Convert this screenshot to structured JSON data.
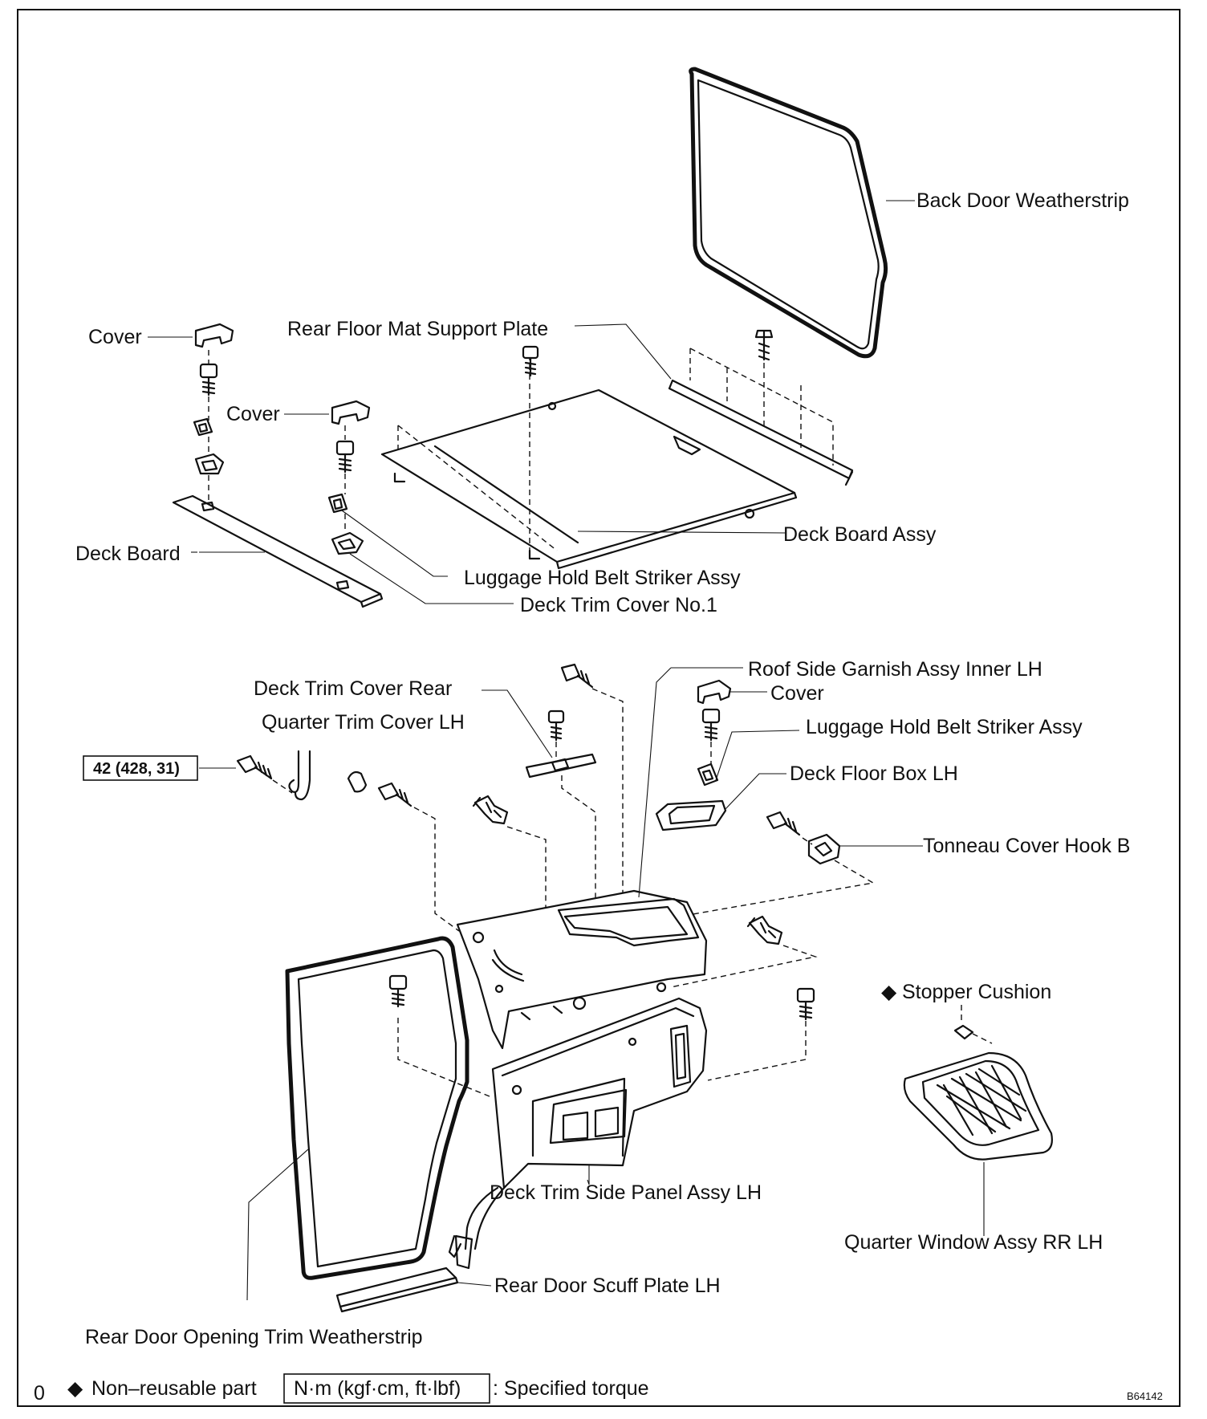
{
  "labels": {
    "back_door_weatherstrip": "Back Door Weatherstrip",
    "rear_floor_mat_support_plate": "Rear Floor Mat Support Plate",
    "cover_1": "Cover",
    "cover_2": "Cover",
    "deck_board_assy": "Deck Board Assy",
    "deck_board": "Deck Board",
    "luggage_hold_belt_striker_assy_1": "Luggage Hold Belt Striker Assy",
    "deck_trim_cover_no1": "Deck Trim Cover No.1",
    "roof_side_garnish_assy_inner_lh": "Roof Side Garnish Assy Inner LH",
    "cover_3": "Cover",
    "deck_trim_cover_rear": "Deck Trim Cover Rear",
    "quarter_trim_cover_lh": "Quarter Trim Cover LH",
    "luggage_hold_belt_striker_assy_2": "Luggage Hold Belt Striker Assy",
    "deck_floor_box_lh": "Deck Floor Box LH",
    "tonneau_cover_hook_b": "Tonneau Cover Hook B",
    "stopper_cushion": "Stopper Cushion",
    "deck_trim_side_panel_assy_lh": "Deck Trim Side Panel Assy LH",
    "quarter_window_assy_rr_lh": "Quarter Window Assy RR LH",
    "rear_door_scuff_plate_lh": "Rear Door Scuff Plate LH",
    "rear_door_opening_trim_weatherstrip": "Rear Door Opening Trim Weatherstrip"
  },
  "torque": {
    "value": "42 (428, 31)"
  },
  "legend": {
    "marker": "◆",
    "non_reusable": "Non–reusable part",
    "torque_units": "N·m (kgf·cm, ft·lbf)",
    "torque_desc": ": Specified torque"
  },
  "corner_mark": "0",
  "figure_code": "B64142"
}
